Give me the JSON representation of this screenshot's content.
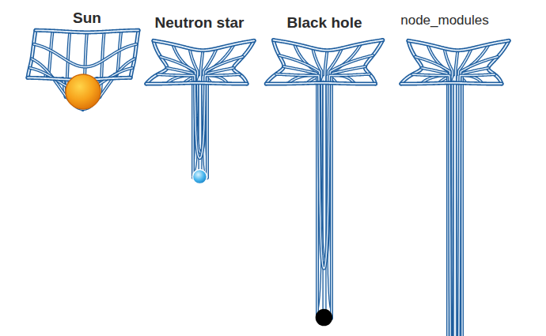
{
  "diagram": {
    "labels": [
      "Sun",
      "Neutron star",
      "Black hole",
      "node_modules"
    ]
  }
}
